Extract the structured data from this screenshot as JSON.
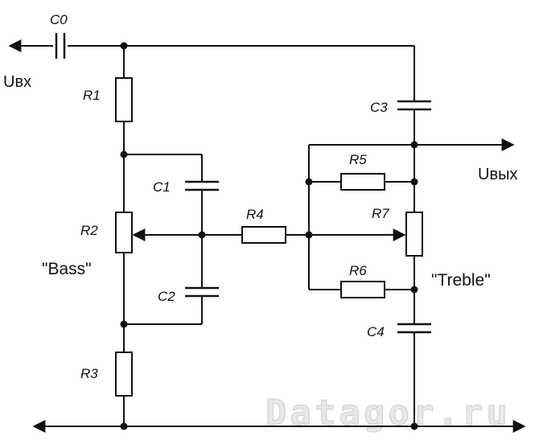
{
  "labels": {
    "C0": "C0",
    "C1": "C1",
    "C2": "C2",
    "C3": "C3",
    "C4": "C4",
    "R1": "R1",
    "R2": "R2",
    "R3": "R3",
    "R4": "R4",
    "R5": "R5",
    "R6": "R6",
    "R7": "R7"
  },
  "input_label": "Uвх",
  "output_label": "Uвых",
  "bass_label": "\"Bass\"",
  "treble_label": "\"Treble\"",
  "watermark": "Datagor.ru"
}
